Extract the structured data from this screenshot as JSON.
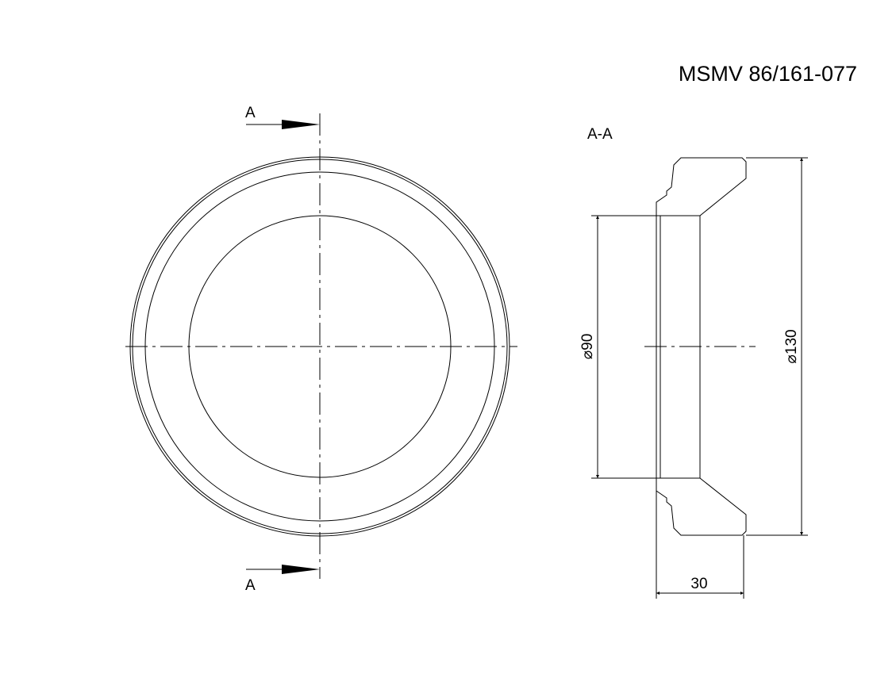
{
  "drawing": {
    "part_number": "MSMV 86/161-077",
    "section_label": "A-A",
    "cut_marker_top": "A",
    "cut_marker_bottom": "A"
  },
  "dimensions": {
    "inner_diameter": "90",
    "outer_diameter": "130",
    "width": "30",
    "diameter_symbol": "⌀"
  }
}
